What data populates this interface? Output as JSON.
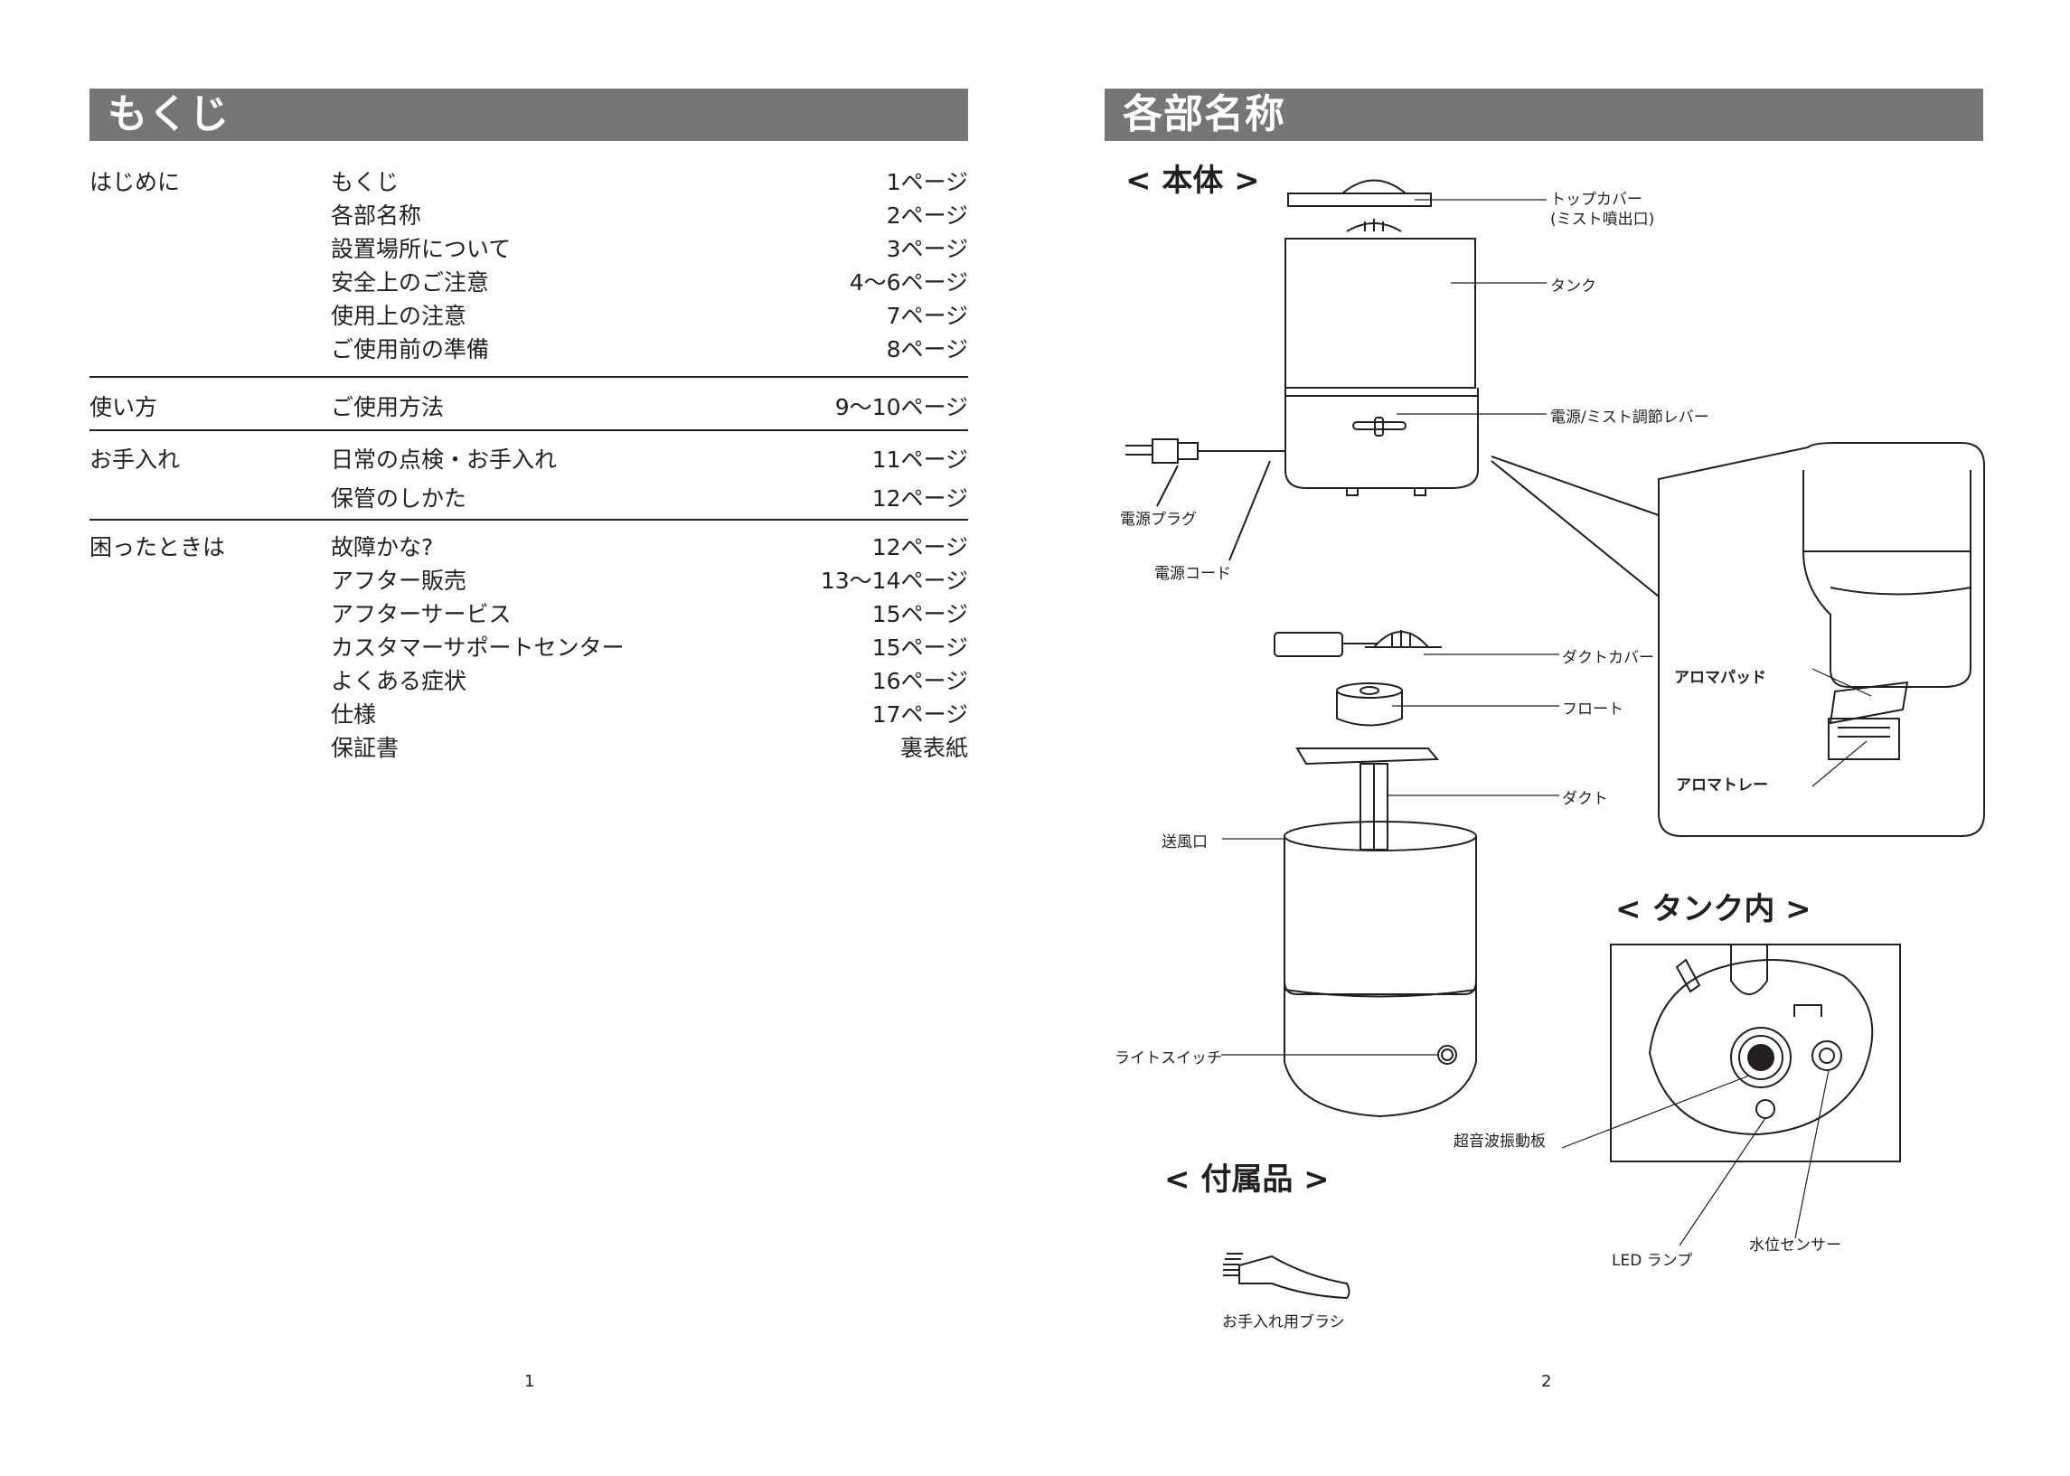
{
  "left": {
    "title": "もくじ",
    "toc": [
      {
        "category": "はじめに",
        "rows": [
          {
            "title": "もくじ",
            "page": "1ページ"
          },
          {
            "title": "各部名称",
            "page": "2ページ"
          },
          {
            "title": "設置場所について",
            "page": "3ページ"
          },
          {
            "title": "安全上のご注意",
            "page": "4〜6ページ"
          },
          {
            "title": "使用上の注意",
            "page": "7ページ"
          },
          {
            "title": "ご使用前の準備",
            "page": "8ページ"
          }
        ]
      },
      {
        "category": "使い方",
        "rows": [
          {
            "title": "ご使用方法",
            "page": "9〜10ページ"
          }
        ]
      },
      {
        "category": "お手入れ",
        "rows": [
          {
            "title": "日常の点検・お手入れ",
            "page": "11ページ"
          },
          {
            "title": "保管のしかた",
            "page": "12ページ"
          }
        ]
      },
      {
        "category": "困ったときは",
        "rows": [
          {
            "title": "故障かな?",
            "page": "12ページ"
          },
          {
            "title": "アフター販売",
            "page": "13〜14ページ"
          },
          {
            "title": "アフターサービス",
            "page": "15ページ"
          },
          {
            "title": "カスタマーサポートセンター",
            "page": "15ページ"
          },
          {
            "title": "よくある症状",
            "page": "16ページ"
          },
          {
            "title": "仕様",
            "page": "17ページ"
          },
          {
            "title": "保証書",
            "page": "裏表紙"
          }
        ]
      }
    ],
    "page_number": "1"
  },
  "right": {
    "title": "各部名称",
    "sections": {
      "main_body": "< 本体 >",
      "tank_inside": "< タンク内 >",
      "accessories": "< 付属品 >"
    },
    "labels": {
      "top_cover": "トップカバー",
      "top_cover_sub": "(ミスト噴出口)",
      "tank": "タンク",
      "power_lever": "電源/ミスト調節レバー",
      "power_plug": "電源プラグ",
      "power_cord": "電源コード",
      "duct_cover": "ダクトカバー",
      "float": "フロート",
      "duct": "ダクト",
      "air_outlet": "送風口",
      "light_switch": "ライトスイッチ",
      "aroma_pad": "アロマパッド",
      "aroma_tray": "アロマトレー",
      "ultrasonic": "超音波振動板",
      "led_lamp": "LED ランプ",
      "water_sensor": "水位センサー",
      "brush": "お手入れ用ブラシ"
    },
    "page_number": "2"
  }
}
